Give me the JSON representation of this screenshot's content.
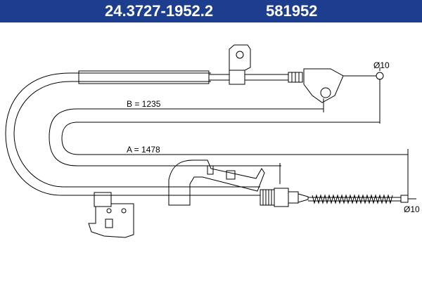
{
  "header": {
    "part_number": "24.3727-1952.2",
    "article_number": "581952",
    "background_color": "#1d3d8f",
    "text_color": "#ffffff"
  },
  "dimensions": {
    "b_label": "B = 1235",
    "a_label": "A = 1478",
    "end_diameter_top": "Ø10",
    "end_diameter_bottom": "Ø10"
  }
}
